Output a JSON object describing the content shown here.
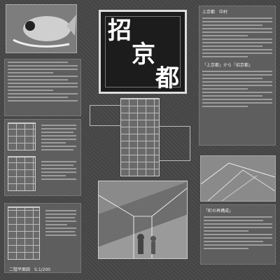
{
  "title": {
    "chars": [
      "招",
      "京",
      "都"
    ]
  },
  "top_right_header": "上京都　中村",
  "section_heading_1": "「上京都」から「招京都」",
  "section_heading_2": "「町の再構成」",
  "left_scale": "二階平面図　S:1/200"
}
